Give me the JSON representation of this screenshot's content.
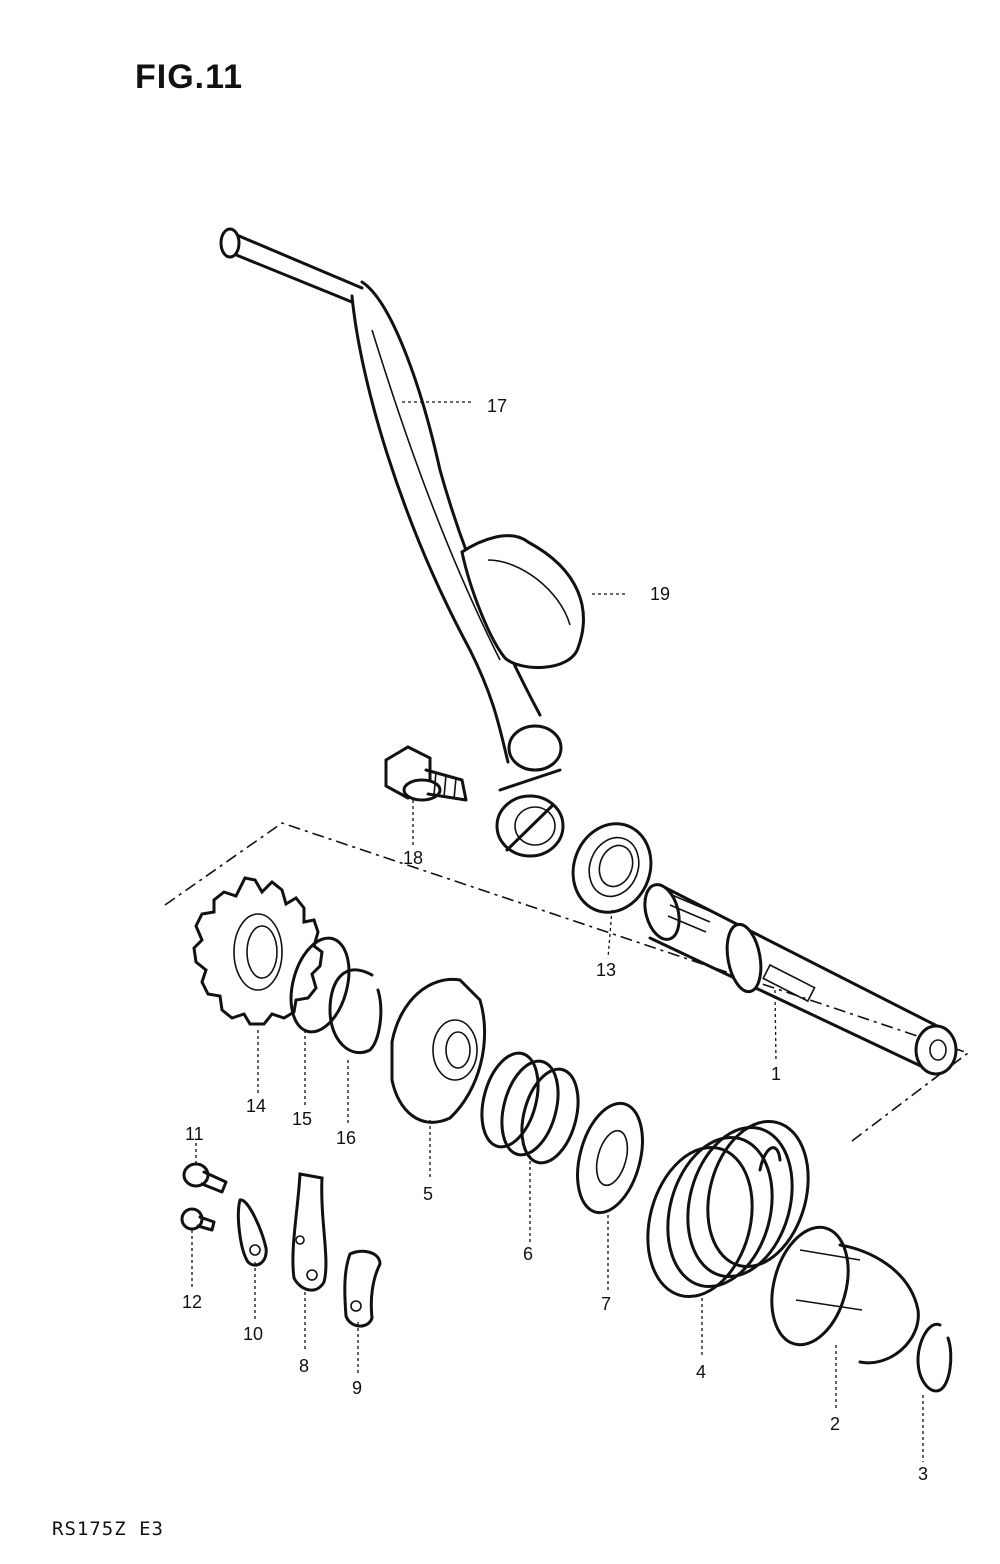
{
  "figure": {
    "title": "FIG.11"
  },
  "footer": {
    "model_code": "RS175Z E3"
  },
  "callouts": {
    "p1": "1",
    "p2": "2",
    "p3": "3",
    "p4": "4",
    "p5": "5",
    "p6": "6",
    "p7": "7",
    "p8": "8",
    "p9": "9",
    "p10": "10",
    "p11": "11",
    "p12": "12",
    "p13": "13",
    "p14": "14",
    "p15": "15",
    "p16": "16",
    "p17": "17",
    "p18": "18",
    "p19": "19"
  }
}
